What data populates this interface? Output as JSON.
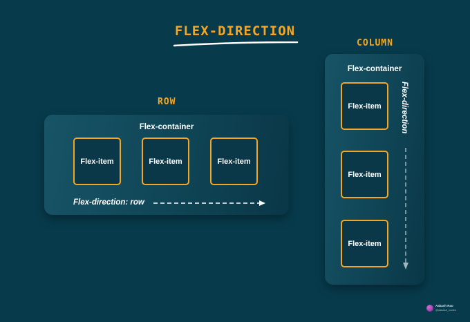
{
  "title": "FLEX-DIRECTION",
  "colors": {
    "background": "#073b4c",
    "accent": "#f5a623",
    "item_border": "#f5a623",
    "text": "#ffffff"
  },
  "row": {
    "label": "ROW",
    "container_label": "Flex-container",
    "items": [
      "Flex-item",
      "Flex-item",
      "Flex-item"
    ],
    "direction_text": "Flex-direction: row"
  },
  "column": {
    "label": "COLUMN",
    "container_label": "Flex-container",
    "items": [
      "Flex-item",
      "Flex-item",
      "Flex-item"
    ],
    "direction_text": "Flex-direction"
  },
  "author": {
    "name": "Aakash Rao",
    "handle": "@aakash_codes",
    "icon": "avatar"
  }
}
